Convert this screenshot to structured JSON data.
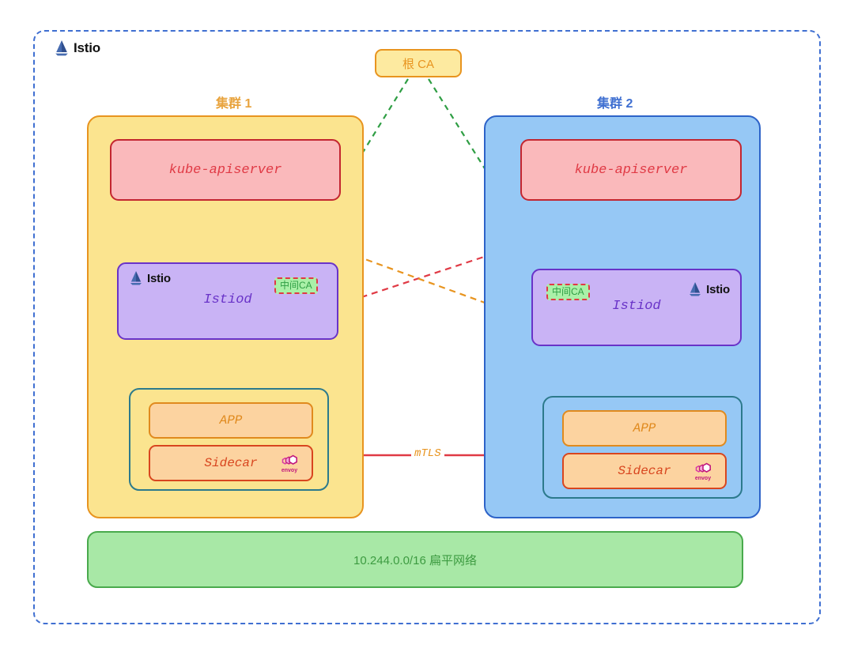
{
  "brand": {
    "name": "Istio",
    "icon": "istio-sail-icon"
  },
  "root_ca": {
    "label": "根 CA"
  },
  "clusters": [
    {
      "title": "集群 1",
      "title_color": "#e8a33d",
      "fill": "#fbe48f",
      "stroke": "#e8941f",
      "apiserver": "kube-apiserver",
      "istiod": "Istiod",
      "intermediate_ca": "中间CA",
      "logo": "Istio",
      "pod": {
        "app": "APP",
        "sidecar": "Sidecar",
        "proxy": "envoy"
      }
    },
    {
      "title": "集群 2",
      "title_color": "#3f6fd1",
      "fill": "#96c8f5",
      "stroke": "#2d63c8",
      "apiserver": "kube-apiserver",
      "istiod": "Istiod",
      "intermediate_ca": "中间CA",
      "logo": "Istio",
      "pod": {
        "app": "APP",
        "sidecar": "Sidecar",
        "proxy": "envoy"
      }
    }
  ],
  "network": {
    "label": "10.244.0.0/16 扁平网络"
  },
  "connections": {
    "mtls_label": "mTLS",
    "root_to_ca_color": "#2f9e44",
    "istiod_to_apiserver_c1_color": "#c32630",
    "istiod_to_apiserver_c2_color": "#e8941f",
    "cross_c1_color": "#e03a45",
    "cross_c2_color": "#e8941f",
    "mtls_color": "#e03a45",
    "istiod_to_pod_c1_color": "#c32630",
    "istiod_to_pod_c2_color": "#e8941f"
  },
  "colors": {
    "frame": "#3f6fd1",
    "apiserver_fill": "#fab9bb",
    "apiserver_stroke": "#c32630",
    "istiod_fill": "#c9b3f5",
    "istiod_stroke": "#6933c8",
    "pod_stroke": "#2c7a8c",
    "app_fill": "#fcd3a0",
    "network_fill": "#a8e8a6",
    "network_stroke": "#49aa4c",
    "interca_fill": "#aaf0a8",
    "root_ca_fill": "#fdeaa0"
  }
}
